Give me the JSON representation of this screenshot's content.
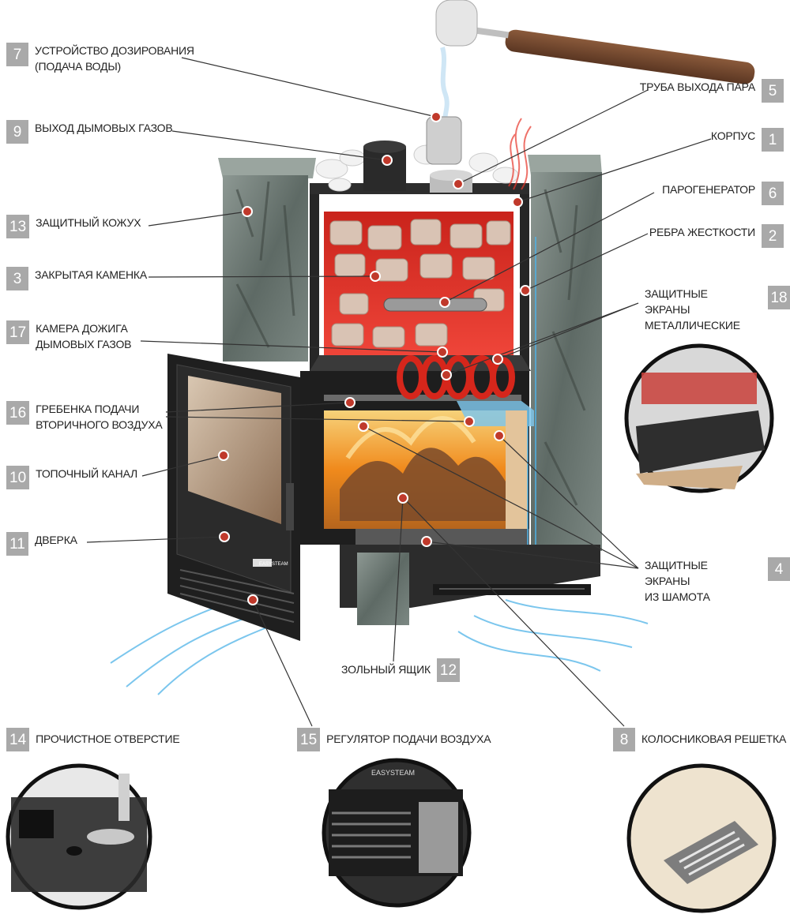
{
  "labels": {
    "l7": {
      "num": "7",
      "text": "УСТРОЙСТВО ДОЗИРОВАНИЯ\n(ПОДАЧА ВОДЫ)"
    },
    "l9": {
      "num": "9",
      "text": "ВЫХОД ДЫМОВЫХ ГАЗОВ"
    },
    "l13": {
      "num": "13",
      "text": "ЗАЩИТНЫЙ КОЖУХ"
    },
    "l3": {
      "num": "3",
      "text": "ЗАКРЫТАЯ КАМЕНКА"
    },
    "l17": {
      "num": "17",
      "text": "КАМЕРА ДОЖИГА\nДЫМОВЫХ ГАЗОВ"
    },
    "l16": {
      "num": "16",
      "text": "ГРЕБЕНКА ПОДАЧИ\nВТОРИЧНОГО ВОЗДУХА"
    },
    "l10": {
      "num": "10",
      "text": "ТОПОЧНЫЙ КАНАЛ"
    },
    "l11": {
      "num": "11",
      "text": "ДВЕРКА"
    },
    "l5": {
      "num": "5",
      "text": "ТРУБА ВЫХОДА ПАРА"
    },
    "l1": {
      "num": "1",
      "text": "КОРПУС"
    },
    "l6": {
      "num": "6",
      "text": "ПАРОГЕНЕРАТОР"
    },
    "l2": {
      "num": "2",
      "text": "РЕБРА ЖЕСТКОСТИ"
    },
    "l18": {
      "num": "18",
      "text": "ЗАЩИТНЫЕ ЭКРАНЫ\nМЕТАЛЛИЧЕСКИЕ"
    },
    "l4": {
      "num": "4",
      "text": "ЗАЩИТНЫЕ ЭКРАНЫ\nИЗ ШАМОТА"
    },
    "l12": {
      "num": "12",
      "text": "ЗОЛЬНЫЙ ЯЩИК"
    },
    "l14": {
      "num": "14",
      "text": "ПРОЧИСТНОЕ ОТВЕРСТИЕ"
    },
    "l15": {
      "num": "15",
      "text": "РЕГУЛЯТОР ПОДАЧИ ВОЗДУХА"
    },
    "l8": {
      "num": "8",
      "text": "КОЛОСНИКОВАЯ РЕШЕТКА"
    }
  },
  "brand": {
    "door_logo": "EASYSTEAM",
    "inset_logo": "EASYSTEAM"
  },
  "colors": {
    "badge": "#a9a9a9",
    "text": "#222222",
    "callout_line": "#333333",
    "dot": "#c0392b",
    "stone": "#6f7b76",
    "hot": "#e8362a",
    "fire": "#f5a623",
    "air": "#4fb3e8",
    "metal": "#2b2b2b"
  }
}
